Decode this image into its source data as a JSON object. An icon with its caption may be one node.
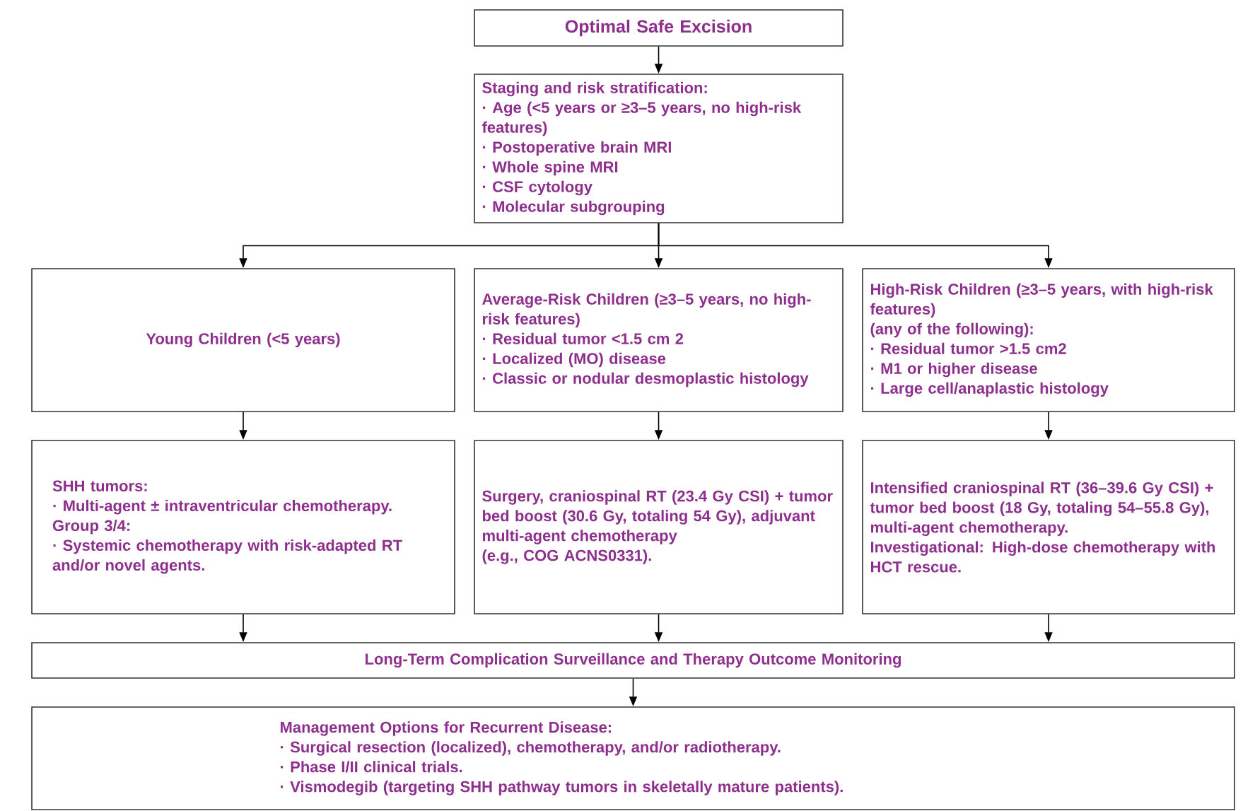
{
  "diagram": {
    "nodes": [
      {
        "text": [
          "Optimal Safe Excision"
        ]
      },
      {
        "text": [
          "Staging and risk stratification:",
          "· Age (<5 years or ≥3–5 years, no high-risk features)",
          "· Postoperative brain MRI",
          "· Whole spine MRI",
          "· CSF cytology",
          "· Molecular subgrouping"
        ]
      },
      {
        "text": [
          "Young Children (<5 years)"
        ]
      },
      {
        "text": [
          "Average-Risk Children (≥3–5 years, no high-risk features)",
          "· Residual tumor <1.5 cm 2",
          "· Localized (MO) disease",
          "· Classic or nodular desmoplastic histology"
        ]
      },
      {
        "text": [
          "High-Risk Children (≥3–5 years, with high-risk features)",
          "(any of the following):",
          "· Residual tumor >1.5 cm2",
          "· M1 or higher disease",
          "· Large cell/anaplastic histology"
        ]
      },
      {
        "text": [
          "SHH tumors:",
          "· Multi-agent ± intraventricular chemotherapy.",
          "Group 3/4:",
          "· Systemic chemotherapy with risk-adapted RT and/or novel agents."
        ]
      },
      {
        "text": [
          "Surgery, craniospinal RT (23.4 Gy CSI) + tumor bed boost (30.6 Gy, totaling 54 Gy), adjuvant multi-agent chemotherapy",
          "(e.g., COG ACNS0331)."
        ]
      },
      {
        "text": [
          "Intensified craniospinal RT (36–39.6 Gy CSI) + tumor bed boost (18 Gy, totaling 54–55.8 Gy), multi-agent chemotherapy.",
          "Investigational: High-dose chemotherapy with HCT rescue."
        ]
      },
      {
        "text": [
          "Long-Term Complication Surveillance and Therapy Outcome Monitoring"
        ]
      },
      {
        "text": [
          "Management Options for Recurrent Disease:",
          "· Surgical resection (localized), chemotherapy, and/or radiotherapy.",
          "· Phase I/II clinical trials.",
          "· Vismodegib (targeting SHH pathway tumors in skeletally mature patients)."
        ]
      }
    ],
    "edges": [
      {
        "from": 0,
        "to": 1,
        "arrow": "to"
      },
      {
        "from": 1,
        "to": 2,
        "arrow": "to"
      },
      {
        "from": 1,
        "to": 3,
        "arrow": "to"
      },
      {
        "from": 1,
        "to": 4,
        "arrow": "to"
      },
      {
        "from": 2,
        "to": 5,
        "arrow": "to"
      },
      {
        "from": 3,
        "to": 6,
        "arrow": "to"
      },
      {
        "from": 4,
        "to": 7,
        "arrow": "to"
      },
      {
        "from": 5,
        "to": 8,
        "arrow": "to"
      },
      {
        "from": 6,
        "to": 8,
        "arrow": "to"
      },
      {
        "from": 7,
        "to": 8,
        "arrow": "to"
      },
      {
        "from": 8,
        "to": 9,
        "arrow": "to"
      }
    ]
  }
}
